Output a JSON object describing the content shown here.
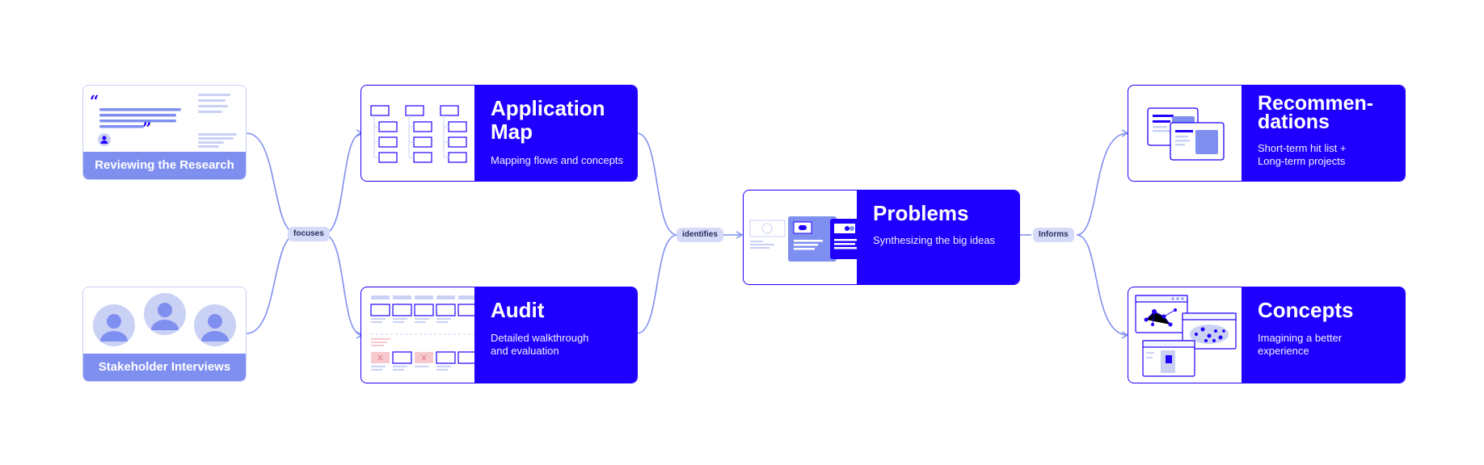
{
  "colors": {
    "accent": "#1f00ff",
    "soft": "#7f8ff0",
    "muted": "#c9d1f5",
    "pill": "#d4daf8",
    "pink": "#f7c9cf"
  },
  "sources": [
    {
      "label": "Reviewing the Research"
    },
    {
      "label": "Stakeholder Interviews"
    }
  ],
  "connectors": {
    "focuses": "focuses",
    "identifies": "identifies",
    "informs": "Informs"
  },
  "cards": {
    "application_map": {
      "title": "Application Map",
      "description": "Mapping flows and concepts"
    },
    "audit": {
      "title": "Audit",
      "description": "Detailed walkthrough and evaluation"
    },
    "problems": {
      "title": "Problems",
      "description": "Synthesizing the big ideas"
    },
    "recommendations": {
      "title": "Recommen- dations",
      "description": "Short-term hit list + Long-term projects"
    },
    "concepts": {
      "title": "Concepts",
      "description": "Imagining a better experience"
    }
  },
  "icons": {
    "research": "quote-document-icon",
    "interviews": "people-avatars-icon",
    "application_map": "flow-map-icon",
    "audit": "screens-grid-icon",
    "problems": "stacked-screens-icon",
    "recommendations": "document-cards-icon",
    "concepts": "network-windows-icon"
  }
}
